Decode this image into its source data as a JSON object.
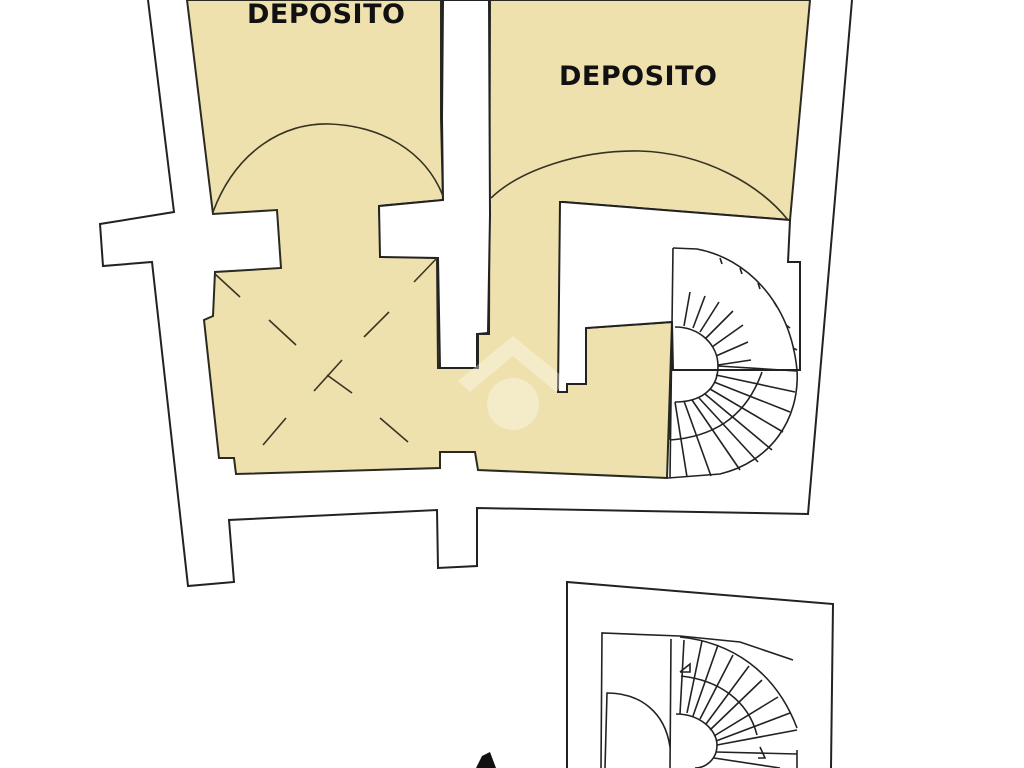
{
  "plan": {
    "type": "floor-plan",
    "rooms": [
      {
        "id": "deposito-1",
        "label": "DEPOSITO"
      },
      {
        "id": "deposito-2",
        "label": "DEPOSITO"
      }
    ],
    "features": [
      "spiral-staircase-upper",
      "spiral-staircase-lower",
      "vaulted-room-cross-marks",
      "arched-openings",
      "north-arrow-partial"
    ],
    "colors": {
      "room_fill": "#efe1ad",
      "wall_stroke": "#222222",
      "background": "#ffffff",
      "label_text": "#111111",
      "watermark": "#ffffff"
    }
  },
  "watermark": {
    "icon": "house-logo-watermark"
  }
}
